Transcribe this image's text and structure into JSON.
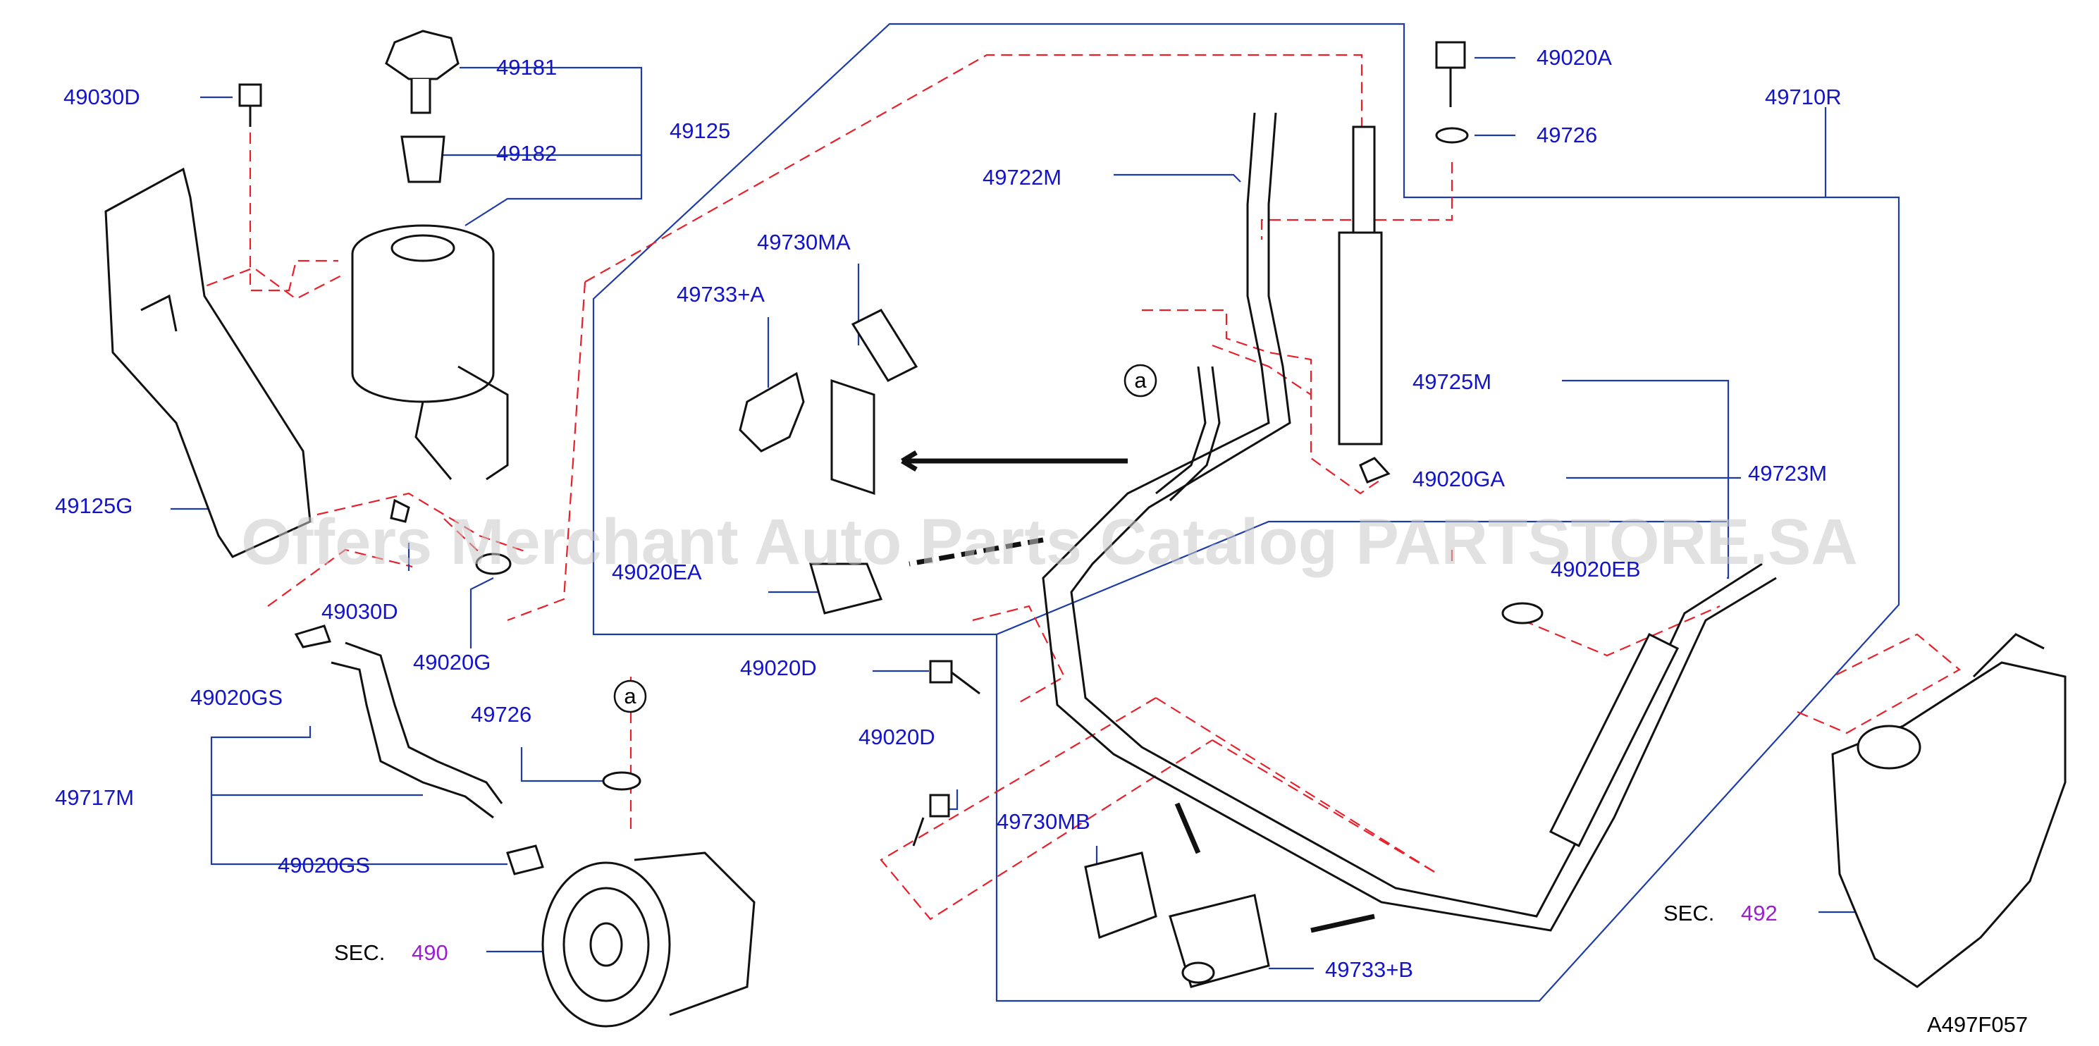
{
  "labels": {
    "l49030D_top": "49030D",
    "l49181": "49181",
    "l49125": "49125",
    "l49182": "49182",
    "l49125G": "49125G",
    "l49030D_mid": "49030D",
    "l49020G": "49020G",
    "l49020GS_top": "49020GS",
    "l49717M": "49717M",
    "l49020GS_bot": "49020GS",
    "l49726_left": "49726",
    "l49020EA": "49020EA",
    "l49733A": "49733+A",
    "l49730MA": "49730MA",
    "l49722M": "49722M",
    "l49020A": "49020A",
    "l49726_right": "49726",
    "l49710R": "49710R",
    "l49725M": "49725M",
    "l49020GA": "49020GA",
    "l49723M": "49723M",
    "l49020EB": "49020EB",
    "l49020D_mid": "49020D",
    "l49020D_low": "49020D",
    "l49730MB": "49730MB",
    "l49733B": "49733+B",
    "sec_word_left": "SEC.",
    "sec490": "490",
    "sec_word_right": "SEC.",
    "sec492": "492",
    "figure_code": "A497F057",
    "callout_a1": "a",
    "callout_a2": "a"
  },
  "watermark": "Offers Merchant Auto Parts Catalog PARTSTORE.SA",
  "colors": {
    "label": "#1414c8",
    "section_ref": "#9b1fd0",
    "leader": "#1e3ca8",
    "dashed": "#e8202a",
    "outline": "#111111"
  }
}
